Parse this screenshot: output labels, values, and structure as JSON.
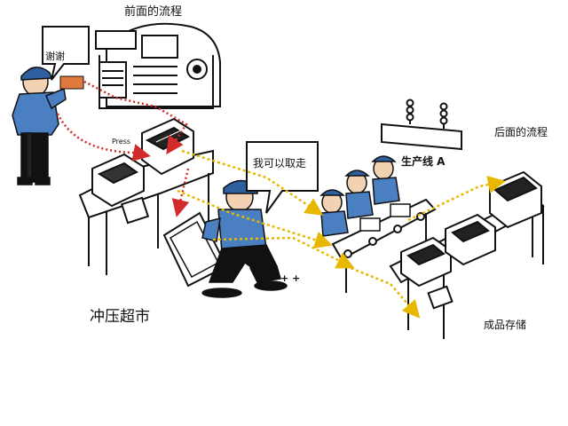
{
  "labels": {
    "top_process": "前面的流程",
    "back_process": "后面的流程",
    "production_line": "生产线 A",
    "finished_storage": "成品存储",
    "stamping_market": "冲压超市",
    "press": "Press",
    "thanks": "谢谢",
    "can_take": "我可以取走",
    "tt": "+ +"
  },
  "colors": {
    "uniform_blue": "#4a7fc1",
    "cap_blue": "#2e5f9e",
    "flow_red": "#d22b2b",
    "flow_yellow": "#e6b800",
    "kanban_orange": "#e07a3c",
    "line": "#111111"
  }
}
